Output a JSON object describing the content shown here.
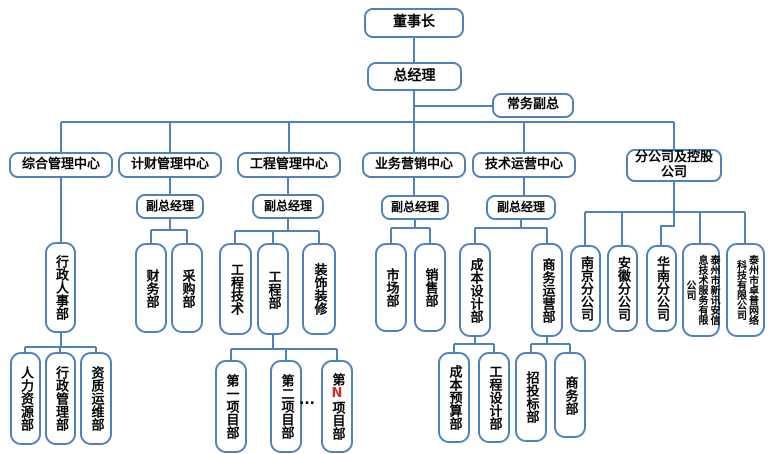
{
  "palette": {
    "line_color": "#4f81bd",
    "box_border_color": "#4f81bd",
    "text_color": "#000000",
    "highlight_n_color": "#d03030",
    "background": "#ffffff"
  },
  "org": {
    "chairman": "董事长",
    "general_manager": "总经理",
    "executive_deputy_gm": "常务副总",
    "deputy_gm": "副总经理",
    "center_admin": "综合管理中心",
    "center_finance": "计财管理中心",
    "center_engineering": "工程管理中心",
    "center_marketing": "业务营销中心",
    "center_tech_ops": "技术运营中心",
    "center_branches": "分公司及控股公司",
    "dept_admin_hr": "行政人事部",
    "dept_finance": "财务部",
    "dept_procurement": "采购部",
    "dept_eng_tech": "工程技术",
    "dept_engineering": "工程部",
    "dept_decoration": "装饰装修",
    "dept_market": "市场部",
    "dept_sales": "销售部",
    "dept_cost_design": "成本设计部",
    "dept_business_ops": "商务运营部",
    "branch_nanjing": "南京分公司",
    "branch_anhui": "安徽分公司",
    "branch_south_china": "华南分公司",
    "branch_xinxunan": "泰州市新讯安信息技术服务有限公司",
    "branch_zhuopu": "泰州市卓普网络科技有限公司",
    "dept_hr": "人力资源部",
    "dept_admin_mgmt": "行政管理部",
    "dept_qualification_ops": "资质运维部",
    "project_1": "第一项目部",
    "project_2": "第二项目部",
    "project_ellipsis": "...",
    "project_n": {
      "prefix": "第",
      "n": "N",
      "suffix": "项目部"
    },
    "dept_cost_budget": "成本预算部",
    "dept_eng_design": "工程设计部",
    "dept_bidding": "招投标部",
    "dept_business": "商务部"
  }
}
